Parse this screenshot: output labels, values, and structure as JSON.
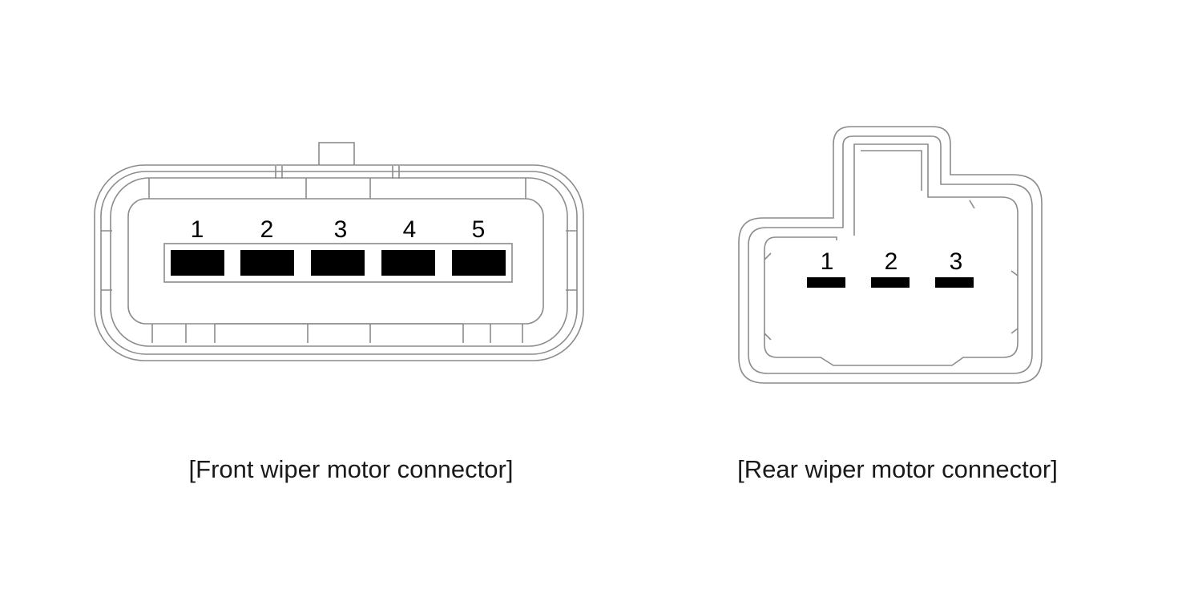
{
  "front_connector": {
    "caption": "[Front wiper motor connector]",
    "pins": [
      "1",
      "2",
      "3",
      "4",
      "5"
    ]
  },
  "rear_connector": {
    "caption": "[Rear wiper motor connector]",
    "pins": [
      "1",
      "2",
      "3"
    ]
  },
  "colors": {
    "outline": "#8c8c8c",
    "terminal": "#000000",
    "text": "#1a1a1a"
  }
}
